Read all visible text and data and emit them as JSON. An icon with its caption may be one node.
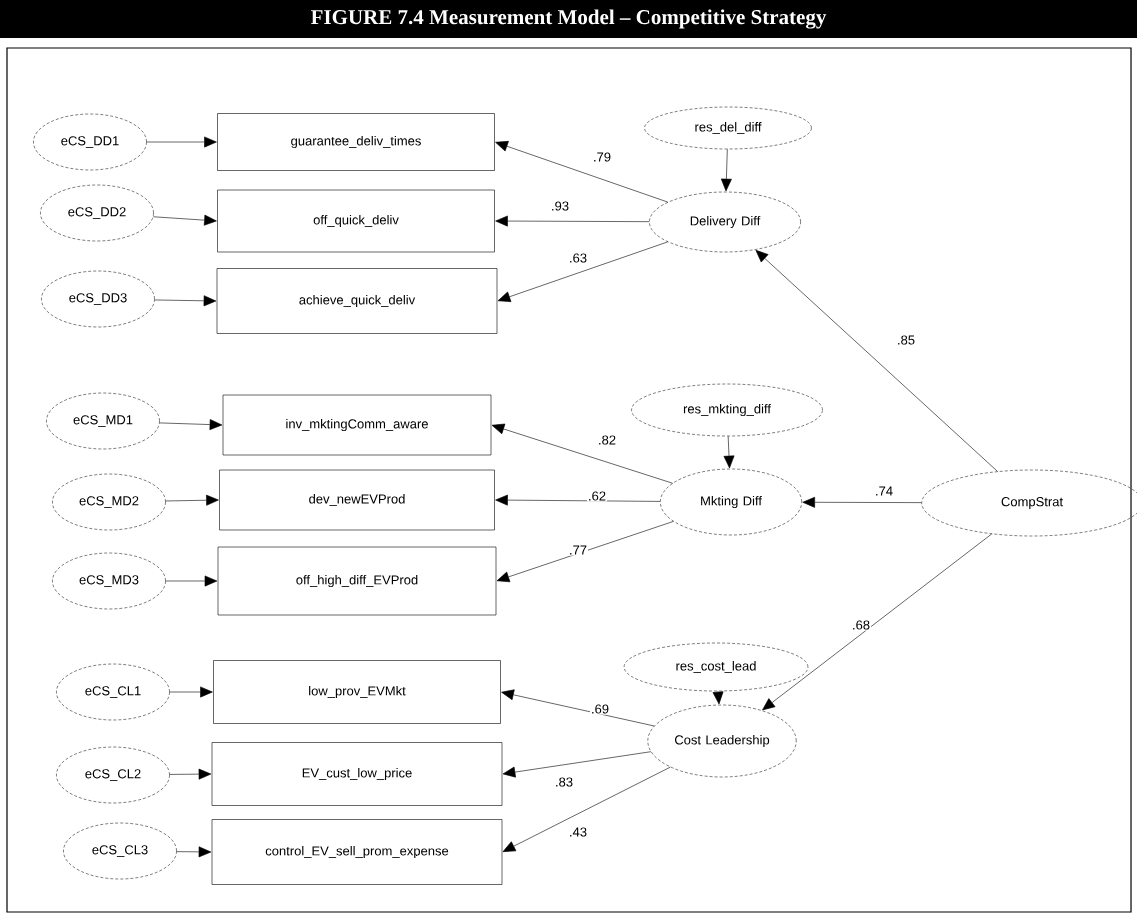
{
  "diagram": {
    "title": "FIGURE 7.4 Measurement Model – Competitive Strategy",
    "nodes": [
      {
        "text": [
          "eCS_DD1"
        ]
      },
      {
        "text": [
          "eCS_DD2"
        ]
      },
      {
        "text": [
          "eCS_DD3"
        ]
      },
      {
        "text": [
          "guarantee_deliv_times"
        ]
      },
      {
        "text": [
          "off_quick_deliv"
        ]
      },
      {
        "text": [
          "achieve_quick_deliv"
        ]
      },
      {
        "text": [
          "res_del_diff"
        ]
      },
      {
        "text": [
          "Delivery Diff"
        ]
      },
      {
        "text": [
          "eCS_MD1"
        ]
      },
      {
        "text": [
          "eCS_MD2"
        ]
      },
      {
        "text": [
          "eCS_MD3"
        ]
      },
      {
        "text": [
          "inv_mktingComm_aware"
        ]
      },
      {
        "text": [
          "dev_newEVProd"
        ]
      },
      {
        "text": [
          "off_high_diff_EVProd"
        ]
      },
      {
        "text": [
          "res_mkting_diff"
        ]
      },
      {
        "text": [
          "Mkting Diff"
        ]
      },
      {
        "text": [
          "CompStrat"
        ]
      },
      {
        "text": [
          "eCS_CL1"
        ]
      },
      {
        "text": [
          "eCS_CL2"
        ]
      },
      {
        "text": [
          "eCS_CL3"
        ]
      },
      {
        "text": [
          "low_prov_EVMkt"
        ]
      },
      {
        "text": [
          "EV_cust_low_price"
        ]
      },
      {
        "text": [
          "control_EV_sell_prom_expense"
        ]
      },
      {
        "text": [
          "res_cost_lead"
        ]
      },
      {
        "text": [
          "Cost Leadership"
        ]
      }
    ],
    "edges": [
      {
        "from": 0,
        "to": 3,
        "arrow": "to"
      },
      {
        "from": 1,
        "to": 4,
        "arrow": "to"
      },
      {
        "from": 2,
        "to": 5,
        "arrow": "to"
      },
      {
        "from": 7,
        "to": 3,
        "arrow": "to",
        "label": ".79"
      },
      {
        "from": 7,
        "to": 4,
        "arrow": "to",
        "label": ".93"
      },
      {
        "from": 7,
        "to": 5,
        "arrow": "to",
        "label": ".63"
      },
      {
        "from": 6,
        "to": 7,
        "arrow": "to"
      },
      {
        "from": 8,
        "to": 11,
        "arrow": "to"
      },
      {
        "from": 9,
        "to": 12,
        "arrow": "to"
      },
      {
        "from": 10,
        "to": 13,
        "arrow": "to"
      },
      {
        "from": 15,
        "to": 11,
        "arrow": "to",
        "label": ".82"
      },
      {
        "from": 15,
        "to": 12,
        "arrow": "to",
        "label": ".62"
      },
      {
        "from": 15,
        "to": 13,
        "arrow": "to",
        "label": ".77"
      },
      {
        "from": 14,
        "to": 15,
        "arrow": "to"
      },
      {
        "from": 16,
        "to": 7,
        "arrow": "to",
        "label": ".85"
      },
      {
        "from": 16,
        "to": 15,
        "arrow": "to",
        "label": ".74"
      },
      {
        "from": 16,
        "to": 24,
        "arrow": "to",
        "label": ".68"
      },
      {
        "from": 17,
        "to": 20,
        "arrow": "to"
      },
      {
        "from": 18,
        "to": 21,
        "arrow": "to"
      },
      {
        "from": 19,
        "to": 22,
        "arrow": "to"
      },
      {
        "from": 24,
        "to": 20,
        "arrow": "to",
        "label": ".69"
      },
      {
        "from": 24,
        "to": 21,
        "arrow": "to",
        "label": ".83"
      },
      {
        "from": 24,
        "to": 22,
        "arrow": "to",
        "label": ".43"
      },
      {
        "from": 23,
        "to": 24,
        "arrow": "to"
      }
    ]
  }
}
